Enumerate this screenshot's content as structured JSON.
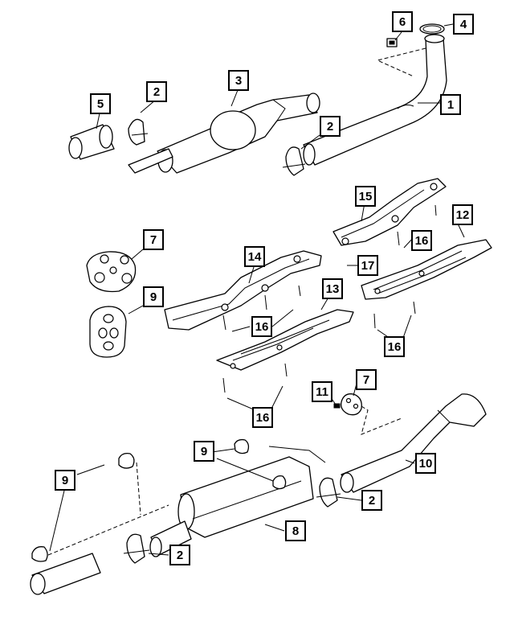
{
  "diagram": {
    "callouts": {
      "c1": "1",
      "c2a": "2",
      "c2b": "2",
      "c2c": "2",
      "c2d": "2",
      "c3": "3",
      "c4": "4",
      "c5": "5",
      "c6": "6",
      "c7a": "7",
      "c7b": "7",
      "c8": "8",
      "c9a": "9",
      "c9b": "9",
      "c9c": "9",
      "c10": "10",
      "c11": "11",
      "c12": "12",
      "c13": "13",
      "c14": "14",
      "c15": "15",
      "c16a": "16",
      "c16b": "16",
      "c16c": "16",
      "c16d": "16",
      "c17": "17"
    }
  }
}
